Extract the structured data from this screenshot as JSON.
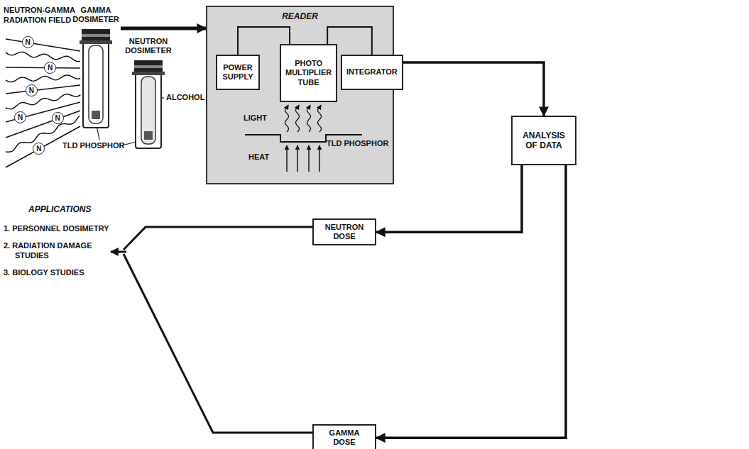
{
  "diagram": {
    "nodes": [
      {
        "text": [
          "GAMMA DOSIMETER"
        ]
      },
      {
        "text": [
          "NEUTRON DOSIMETER"
        ]
      },
      {
        "text": [
          "READER"
        ]
      },
      {
        "text": [
          "POWER SUPPLY"
        ],
        "in": 2
      },
      {
        "text": [
          "PHOTO MULTIPLIER TUBE"
        ],
        "in": 2
      },
      {
        "text": [
          "INTEGRATOR"
        ],
        "in": 2
      },
      {
        "text": [
          "ANALYSIS OF DATA"
        ]
      },
      {
        "text": [
          "NEUTRON DOSE"
        ]
      },
      {
        "text": [
          "GAMMA DOSE"
        ]
      }
    ],
    "edges": [
      {
        "from": 0,
        "to": 2,
        "arrow": "to"
      },
      {
        "from": 2,
        "to": 6,
        "arrow": "to"
      },
      {
        "from": 6,
        "to": 7,
        "arrow": "to"
      },
      {
        "from": 6,
        "to": 8,
        "arrow": "to"
      },
      {
        "from": 3,
        "to": 4,
        "arrow": "none"
      },
      {
        "from": 4,
        "to": 5,
        "arrow": "none"
      }
    ],
    "labels": [
      "NEUTRON-GAMMA RADIATION FIELD",
      "N",
      "N",
      "N",
      "N",
      "N",
      "N",
      "TLD PHOSPHOR",
      "ALCOHOL",
      "LIGHT",
      "TLD PHOSPHOR",
      "HEAT",
      "APPLICATIONS",
      "1. PERSONNEL DOSIMETRY",
      "2. RADIATION DAMAGE STUDIES",
      "3. BIOLOGY STUDIES"
    ]
  }
}
